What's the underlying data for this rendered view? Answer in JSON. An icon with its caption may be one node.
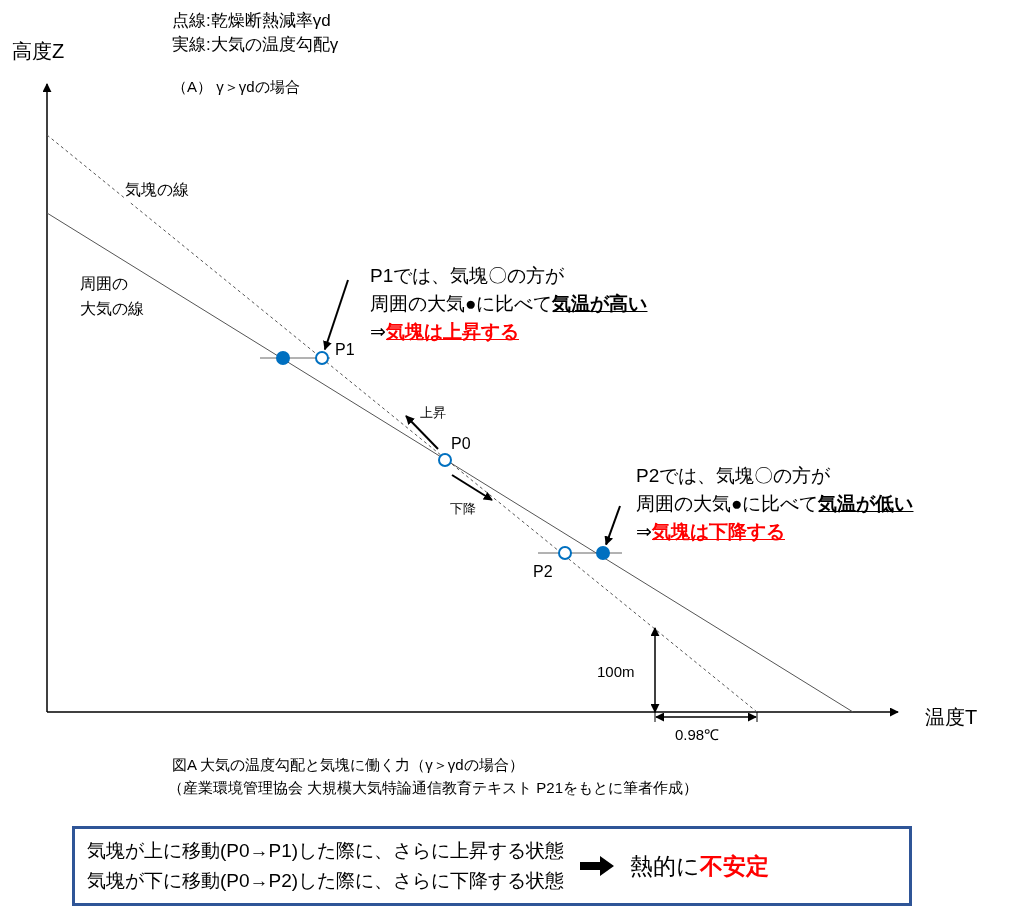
{
  "diagram": {
    "caption": "図A 大気の温度勾配と気塊に働く力（γ＞γdの場合）",
    "nodes": [
      {
        "text": [
          "P1では、気塊〇の方が",
          "周囲の大気●に比べて**気温が高い**",
          "⇒**気塊は上昇する**"
        ]
      },
      {
        "text": [],
        "shape": "circle",
        "beside": [
          "P1"
        ]
      },
      {
        "text": [],
        "shape": "circle"
      },
      {
        "text": [],
        "shape": "circle",
        "beside": [
          "P0"
        ]
      },
      {
        "text": [],
        "shape": "circle",
        "beside": [
          "P2"
        ]
      },
      {
        "text": [],
        "shape": "circle"
      },
      {
        "text": [
          "P2では、気塊〇の方が",
          "周囲の大気●に比べて**気温が低い**",
          "⇒**気塊は下降する**"
        ]
      },
      {
        "text": [
          "気塊が上に移動(P0→P1)した際に、さらに上昇する状態",
          "気塊が下に移動(P0→P2)した際に、さらに下降する状態",
          "熱的に**不安定**"
        ]
      }
    ],
    "edges": [
      {
        "from": 0,
        "to": 1,
        "arrow": "to"
      },
      {
        "from": 6,
        "to": 5,
        "arrow": "to"
      }
    ],
    "labels": [
      "高度Z",
      "点線:乾燥断熱減率γd",
      "実線:大気の温度勾配γ",
      "（A） γ＞γdの場合",
      "気塊の線",
      "周囲の",
      "大気の線",
      "上昇",
      "下降",
      "100m",
      "温度T",
      "0.98℃",
      "（産業環境管理協会 大規模大気特論通信教育テキスト P21をもとに筆者作成）"
    ]
  }
}
